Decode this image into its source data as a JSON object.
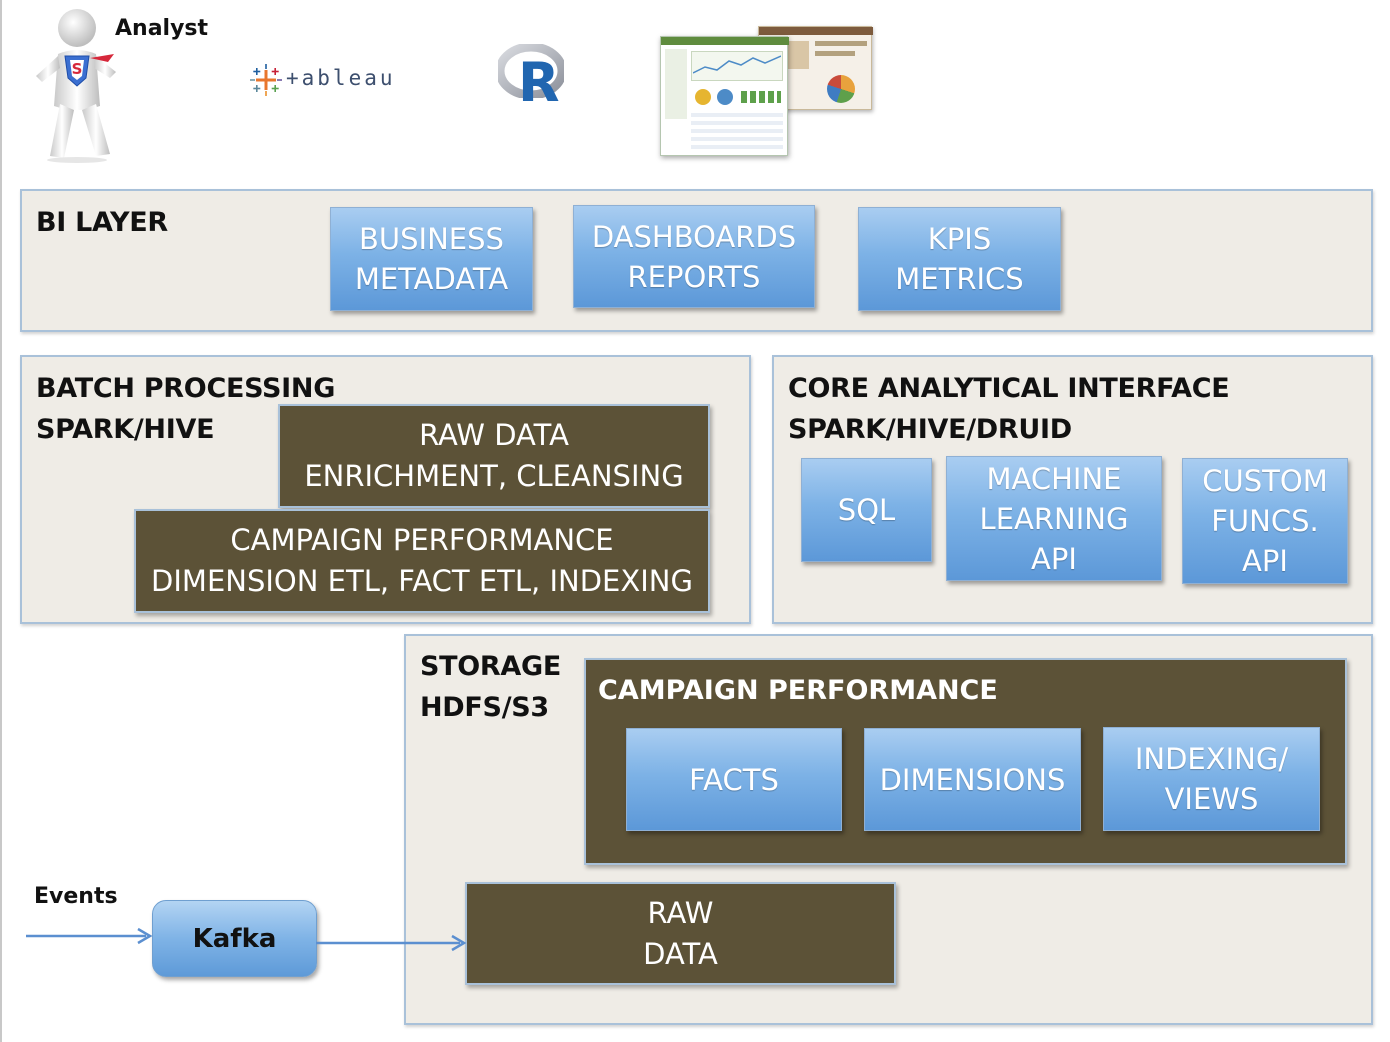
{
  "top": {
    "analyst_label": "Analyst",
    "tableau_logo_text": "+ableau",
    "r_logo_text": "R",
    "colors": {
      "tableau_orange": "#e8762d",
      "tableau_blue": "#1f5f9f",
      "r_blue": "#2166b0"
    }
  },
  "bi_layer": {
    "title": "BI LAYER",
    "boxes": [
      {
        "line1": "BUSINESS",
        "line2": "METADATA"
      },
      {
        "line1": "DASHBOARDS",
        "line2": "REPORTS"
      },
      {
        "line1": "KPIS",
        "line2": "METRICS"
      }
    ]
  },
  "batch": {
    "title_line1": "BATCH PROCESSING",
    "title_line2": "SPARK/HIVE",
    "raw_box": {
      "line1": "RAW DATA",
      "line2": "ENRICHMENT, CLEANSING"
    },
    "campaign_box": {
      "line1": "CAMPAIGN PERFORMANCE",
      "line2": "DIMENSION ETL, FACT ETL, INDEXING"
    }
  },
  "core": {
    "title_line1": "CORE ANALYTICAL INTERFACE",
    "title_line2": "SPARK/HIVE/DRUID",
    "boxes": [
      {
        "line1": "SQL"
      },
      {
        "line1": "MACHINE",
        "line2": "LEARNING",
        "line3": "API"
      },
      {
        "line1": "CUSTOM",
        "line2": "FUNCS.",
        "line3": "API"
      }
    ]
  },
  "storage": {
    "title_line1": "STORAGE",
    "title_line2": "HDFS/S3",
    "campaign_title": "CAMPAIGN PERFORMANCE",
    "boxes": [
      {
        "line1": "FACTS"
      },
      {
        "line1": "DIMENSIONS"
      },
      {
        "line1": "INDEXING/",
        "line2": "VIEWS"
      }
    ],
    "raw_data": {
      "line1": "RAW",
      "line2": "DATA"
    }
  },
  "ingest": {
    "events_label": "Events",
    "kafka_label": "Kafka"
  },
  "colors": {
    "panel_bg": "#efece6",
    "panel_border": "#a9c1d9",
    "olive": "#5c5237",
    "blue_box": "#7db2e6",
    "arrow": "#5b8fd0"
  }
}
